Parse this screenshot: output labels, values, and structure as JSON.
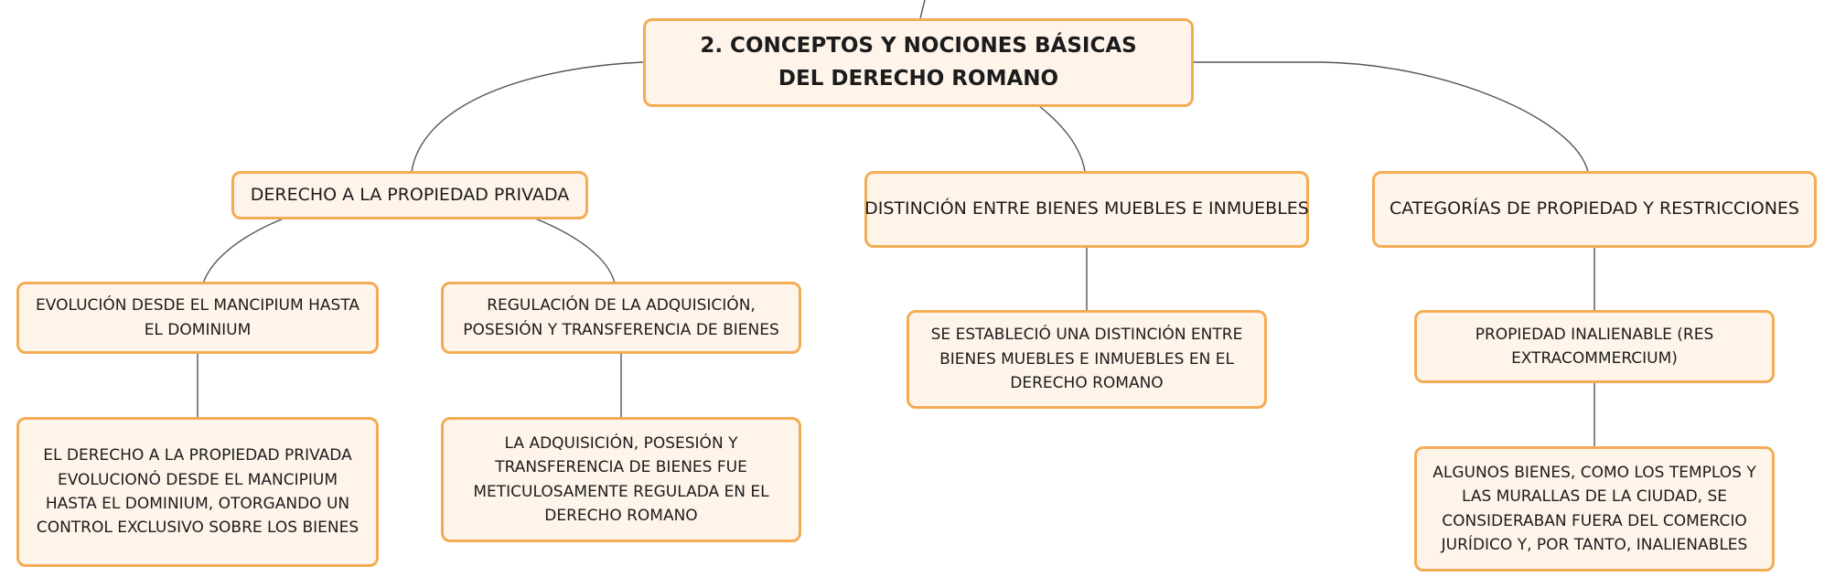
{
  "root": {
    "label": "2. CONCEPTOS Y NOCIONES BÁSICAS DEL DERECHO ROMANO"
  },
  "branches": [
    {
      "label": "DERECHO A LA PROPIEDAD PRIVADA",
      "children": [
        {
          "label": "EVOLUCIÓN DESDE EL MANCIPIUM HASTA EL DOMINIUM",
          "detail": "EL DERECHO A LA PROPIEDAD PRIVADA EVOLUCIONÓ DESDE EL MANCIPIUM HASTA EL DOMINIUM, OTORGANDO UN CONTROL EXCLUSIVO SOBRE LOS BIENES"
        },
        {
          "label": "REGULACIÓN DE LA ADQUISICIÓN, POSESIÓN Y TRANSFERENCIA DE BIENES",
          "detail": "LA ADQUISICIÓN, POSESIÓN Y TRANSFERENCIA DE BIENES FUE METICULOSAMENTE REGULADA EN EL DERECHO ROMANO"
        }
      ]
    },
    {
      "label": "DISTINCIÓN ENTRE BIENES MUEBLES E INMUEBLES",
      "children": [
        {
          "label": "SE ESTABLECIÓ UNA DISTINCIÓN ENTRE BIENES MUEBLES E INMUEBLES EN EL DERECHO ROMANO"
        }
      ]
    },
    {
      "label": "CATEGORÍAS DE PROPIEDAD Y RESTRICCIONES",
      "children": [
        {
          "label": "PROPIEDAD INALIENABLE (RES EXTRACOMMERCIUM)",
          "detail": "ALGUNOS BIENES, COMO LOS TEMPLOS Y LAS MURALLAS DE LA CIUDAD, SE CONSIDERABAN FUERA DEL COMERCIO JURÍDICO Y, POR TANTO, INALIENABLES"
        }
      ]
    }
  ],
  "colors": {
    "node_fill": "#fef4ea",
    "node_border": "#f3ac55",
    "connector": "#555555"
  }
}
